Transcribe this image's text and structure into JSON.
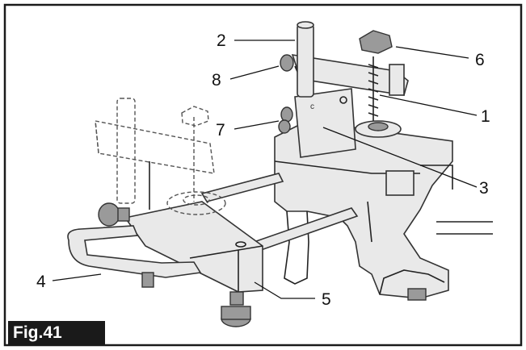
{
  "figure": {
    "label": "Fig.41",
    "callouts": [
      {
        "id": "1",
        "text": "1"
      },
      {
        "id": "2",
        "text": "2"
      },
      {
        "id": "3",
        "text": "3"
      },
      {
        "id": "4",
        "text": "4"
      },
      {
        "id": "5",
        "text": "5"
      },
      {
        "id": "6",
        "text": "6"
      },
      {
        "id": "7",
        "text": "7"
      },
      {
        "id": "8",
        "text": "8"
      }
    ]
  }
}
